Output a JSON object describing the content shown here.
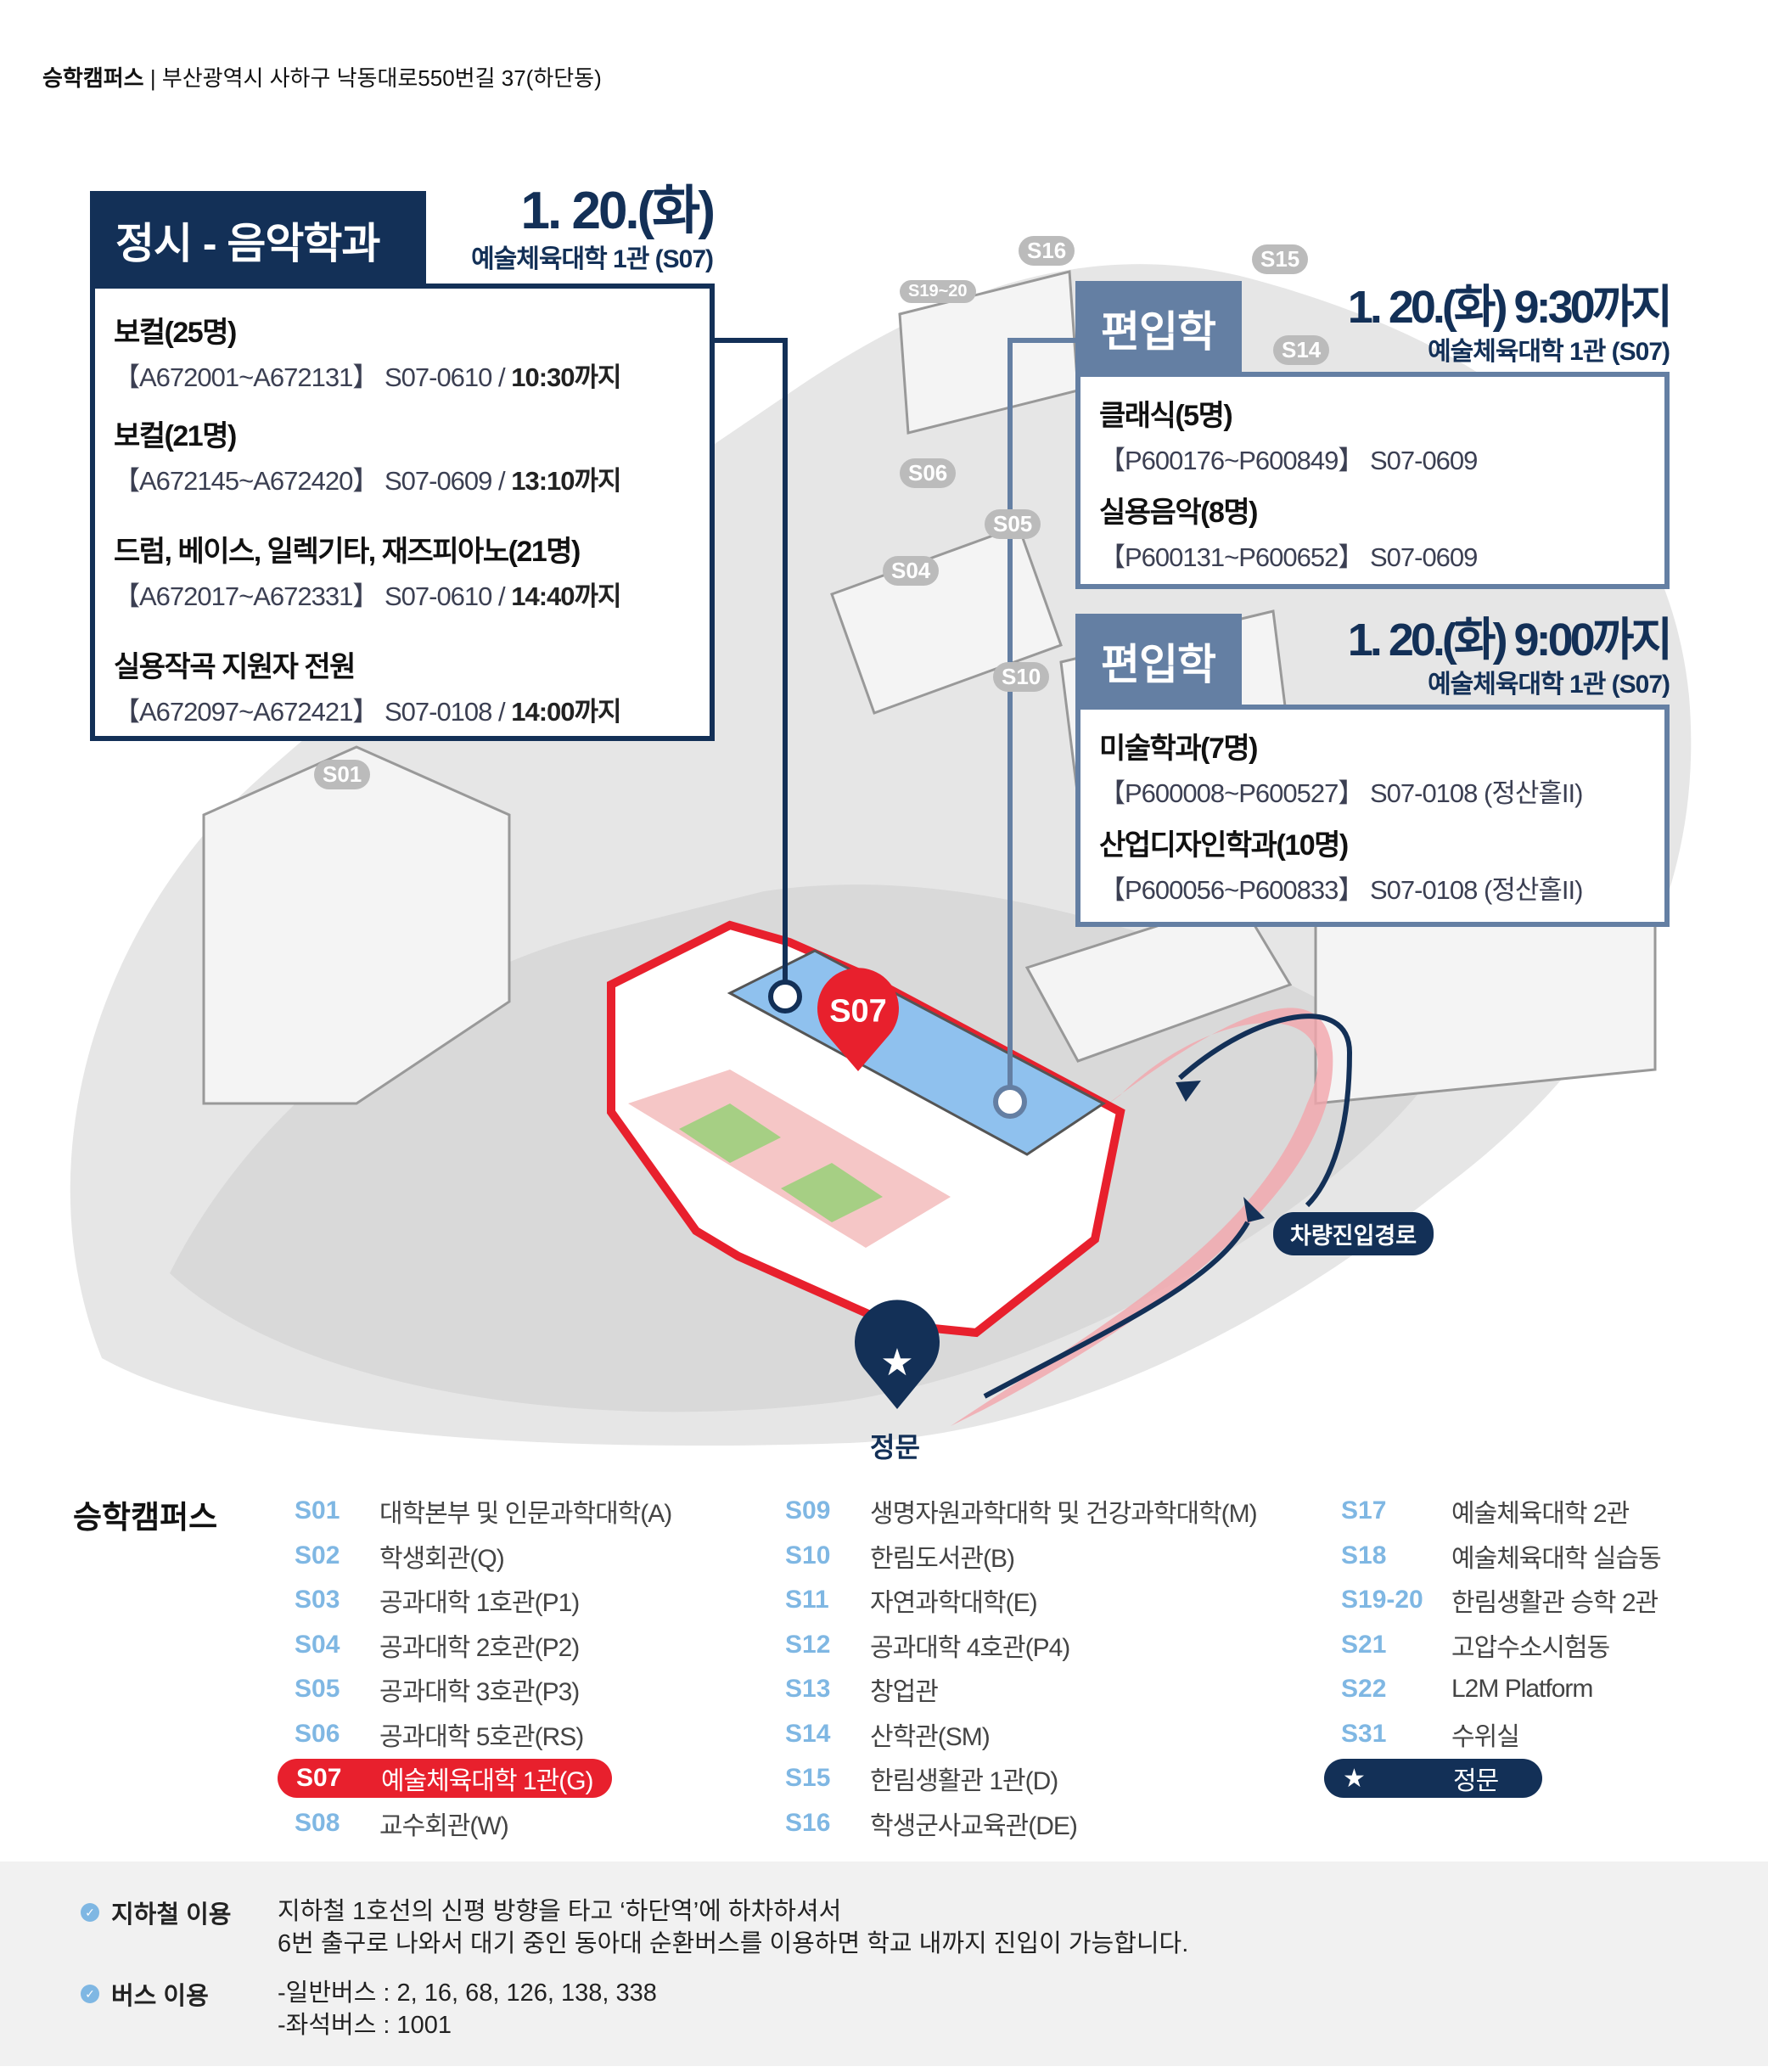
{
  "header": {
    "campus": "승학캠퍼스",
    "address": "부산광역시 사하구 낙동대로550번길 37(하단동)"
  },
  "left_panel": {
    "title": "정시 - 음악학과",
    "date": "1. 20.(화)",
    "location": "예술체육대학 1관 (S07)",
    "items": [
      {
        "title": "보컬(25명)",
        "range": "【A672001~A672131】 S07-0610 / ",
        "time": "10:30까지"
      },
      {
        "title": "보컬(21명)",
        "range": "【A672145~A672420】 S07-0609 / ",
        "time": "13:10까지"
      },
      {
        "title": "드럼, 베이스, 일렉기타, 재즈피아노(21명)",
        "range": "【A672017~A672331】 S07-0610 / ",
        "time": "14:40까지"
      },
      {
        "title": "실용작곡 지원자 전원",
        "range": "【A672097~A672421】 S07-0108 / ",
        "time": "14:00까지"
      }
    ]
  },
  "right_panel_1": {
    "title": "편입학",
    "date": "1. 20.(화) 9:30까지",
    "location": "예술체육대학 1관 (S07)",
    "items": [
      {
        "title": "클래식(5명)",
        "range": "【P600176~P600849】 S07-0609"
      },
      {
        "title": "실용음악(8명)",
        "range": "【P600131~P600652】 S07-0609"
      }
    ]
  },
  "right_panel_2": {
    "title": "편입학",
    "date": "1. 20.(화) 9:00까지",
    "location": "예술체육대학 1관 (S07)",
    "items": [
      {
        "title": "미술학과(7명)",
        "range": "【P600008~P600527】 S07-0108 (정산홀II)"
      },
      {
        "title": "산업디자인학과(10명)",
        "range": "【P600056~P600833】 S07-0108 (정산홀II)"
      }
    ]
  },
  "map": {
    "pin_s07": "S07",
    "main_gate": "정문",
    "vehicle_route": "차량진입경로",
    "markers": [
      "S01",
      "S04",
      "S05",
      "S06",
      "S16",
      "S19~20",
      "S15",
      "S14",
      "S10"
    ]
  },
  "legend": {
    "title": "승학캠퍼스",
    "col1": [
      [
        "S01",
        "대학본부 및 인문과학대학(A)"
      ],
      [
        "S02",
        "학생회관(Q)"
      ],
      [
        "S03",
        "공과대학 1호관(P1)"
      ],
      [
        "S04",
        "공과대학 2호관(P2)"
      ],
      [
        "S05",
        "공과대학 3호관(P3)"
      ],
      [
        "S06",
        "공과대학 5호관(RS)"
      ],
      [
        "S07",
        "예술체육대학 1관(G)"
      ],
      [
        "S08",
        "교수회관(W)"
      ]
    ],
    "col2": [
      [
        "S09",
        "생명자원과학대학 및 건강과학대학(M)"
      ],
      [
        "S10",
        "한림도서관(B)"
      ],
      [
        "S11",
        "자연과학대학(E)"
      ],
      [
        "S12",
        "공과대학 4호관(P4)"
      ],
      [
        "S13",
        "창업관"
      ],
      [
        "S14",
        "산학관(SM)"
      ],
      [
        "S15",
        "한림생활관 1관(D)"
      ],
      [
        "S16",
        "학생군사교육관(DE)"
      ]
    ],
    "col3": [
      [
        "S17",
        "예술체육대학 2관"
      ],
      [
        "S18",
        "예술체육대학 실습동"
      ],
      [
        "S19-20",
        "한림생활관 승학 2관"
      ],
      [
        "S21",
        "고압수소시험동"
      ],
      [
        "S22",
        "L2M Platform"
      ],
      [
        "S31",
        "수위실"
      ],
      [
        "★",
        "정문"
      ]
    ]
  },
  "transport": {
    "subway_label": "지하철 이용",
    "subway_line1": "지하철 1호선의 신평 방향을 타고 ‘하단역’에 하차하셔서",
    "subway_line2": "6번 출구로 나와서 대기 중인 동아대 순환버스를 이용하면 학교 내까지 진입이 가능합니다.",
    "bus_label": "버스 이용",
    "bus_line1": "-일반버스 : 2, 16, 68, 126, 138, 338",
    "bus_line2": "-좌석버스 : 1001"
  },
  "colors": {
    "navy": "#133057",
    "slate": "#647fa3",
    "red": "#e8202d",
    "sky": "#7fb7e3"
  }
}
